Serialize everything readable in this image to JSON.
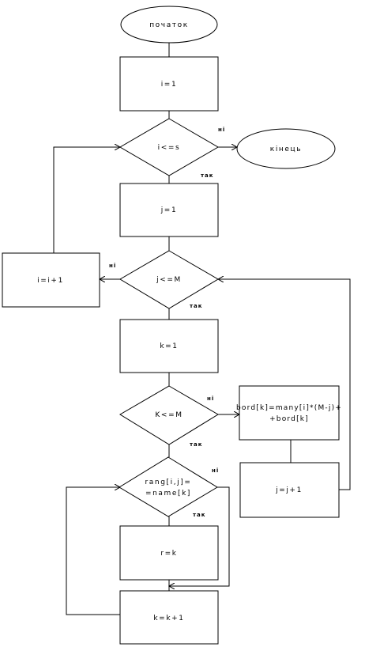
{
  "flowchart": {
    "start": "початок",
    "end": "кінець",
    "i_init": "i=1",
    "cond_i": "i<=s",
    "j_init": "j=1",
    "cond_j": "j<=M",
    "i_inc": "i=i+1",
    "k_init": "k=1",
    "cond_k": "K<=M",
    "bord_line1": "bord[k]=many[i]*(M-j)+",
    "bord_line2": "+bord[k]",
    "j_inc": "j=j+1",
    "rang_line1": "rang[i,j]=",
    "rang_line2": "=name[k]",
    "r_assign": "r=k",
    "k_inc": "k=k+1",
    "yes": "так",
    "no": "ні"
  },
  "colors": {
    "stroke": "#000000",
    "background": "#ffffff"
  }
}
